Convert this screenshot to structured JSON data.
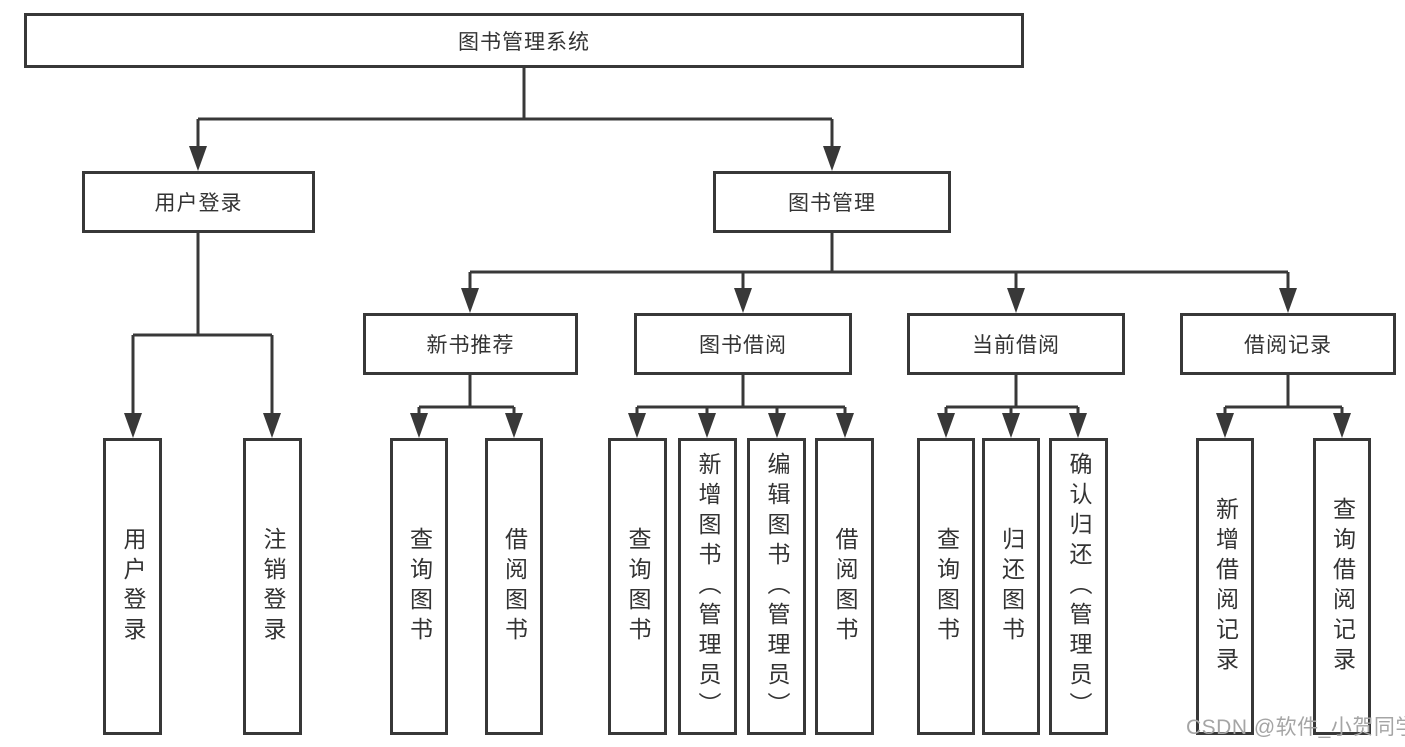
{
  "diagram": {
    "title": "图书管理系统",
    "level2": {
      "user_login": "用户登录",
      "book_mgmt": "图书管理"
    },
    "level3": {
      "new_books": "新书推荐",
      "book_borrow": "图书借阅",
      "current_borrow": "当前借阅",
      "borrow_records": "借阅记录"
    },
    "leaves": {
      "user_login": [
        "用户登录",
        "注销登录"
      ],
      "new_books": [
        "查询图书",
        "借阅图书"
      ],
      "book_borrow": [
        "查询图书",
        "新增图书（管理员）",
        "编辑图书（管理员）",
        "借阅图书"
      ],
      "current_borrow": [
        "查询图书",
        "归还图书",
        "确认归还（管理员）"
      ],
      "borrow_records": [
        "新增借阅记录",
        "查询借阅记录"
      ]
    }
  },
  "watermark": "CSDN @软件_小贺同学",
  "colors": {
    "line": "#383838",
    "text": "#333333",
    "watermark": "#a5a5a5",
    "background": "#ffffff"
  }
}
